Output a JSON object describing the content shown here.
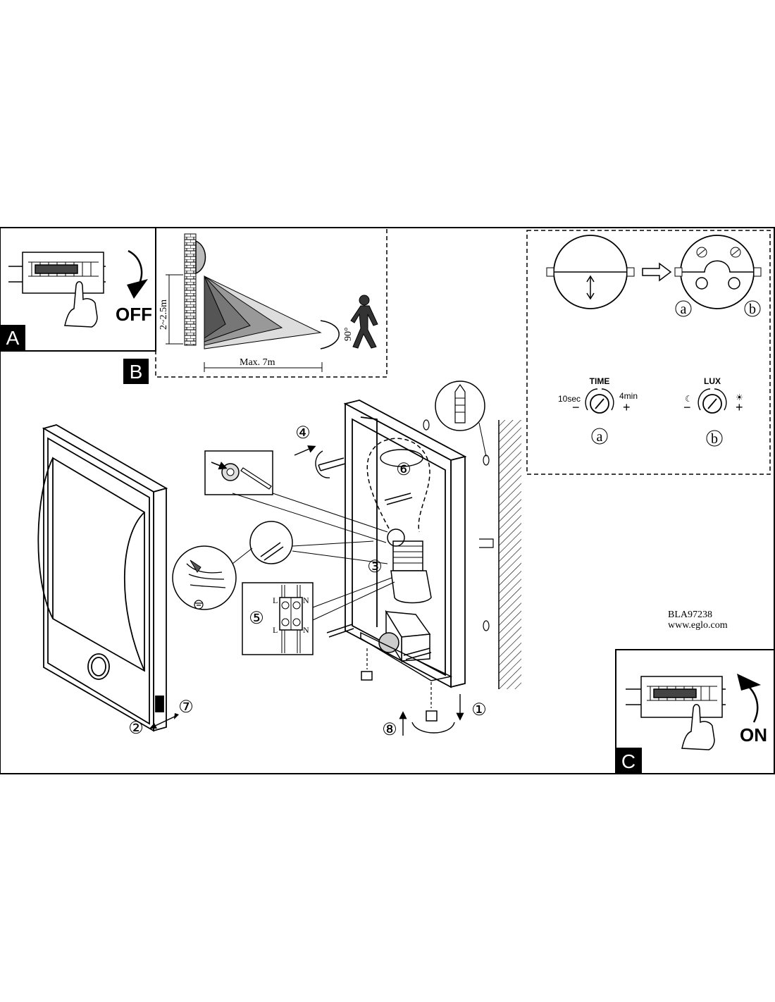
{
  "panel_a": {
    "label": "A",
    "switch_state": "OFF"
  },
  "panel_b": {
    "label": "B",
    "height_range": "2~2.5m",
    "max_distance": "Max. 7m",
    "angle": "90°"
  },
  "panel_c": {
    "label": "C",
    "switch_state": "ON"
  },
  "sensor_detail": {
    "marker_a": "a",
    "marker_b": "b",
    "time_dial": {
      "title": "TIME",
      "min_label": "10sec",
      "max_label": "4min",
      "minus": "−",
      "plus": "+"
    },
    "lux_dial": {
      "title": "LUX",
      "minus": "−",
      "plus": "+",
      "moon": "☾",
      "sun": "☀"
    }
  },
  "steps": [
    "①",
    "②",
    "③",
    "④",
    "⑤",
    "⑥",
    "⑦",
    "⑧"
  ],
  "terminal": {
    "left_top": "L",
    "right_top": "N",
    "left_bottom": "L",
    "right_bottom": "N"
  },
  "product": {
    "code": "BLA97238",
    "website": "www.eglo.com"
  }
}
